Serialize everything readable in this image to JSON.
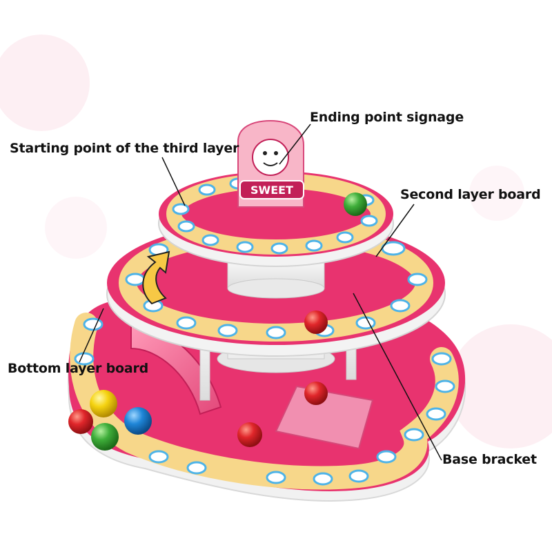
{
  "callouts": {
    "ending_point_signage": "Ending point signage",
    "starting_point_third_layer": "Starting point of the third layer",
    "second_layer_board": "Second layer board",
    "bottom_layer_board": "Bottom layer board",
    "base_bracket": "Base bracket"
  },
  "sign": {
    "text": "SWEET"
  },
  "colors": {
    "board_pink": "#e8336f",
    "board_dark_pink": "#c21f57",
    "track_yellow": "#f7d78a",
    "hole_blue": "#4db3e8",
    "ball_red": "#e0262a",
    "ball_yellow": "#f5d311",
    "ball_blue": "#1f86d8",
    "ball_green": "#3fae3a"
  },
  "balls": [
    {
      "color": "yellow"
    },
    {
      "color": "red"
    },
    {
      "color": "blue"
    },
    {
      "color": "green"
    },
    {
      "color": "red"
    },
    {
      "color": "green"
    },
    {
      "color": "red"
    },
    {
      "color": "red"
    }
  ]
}
